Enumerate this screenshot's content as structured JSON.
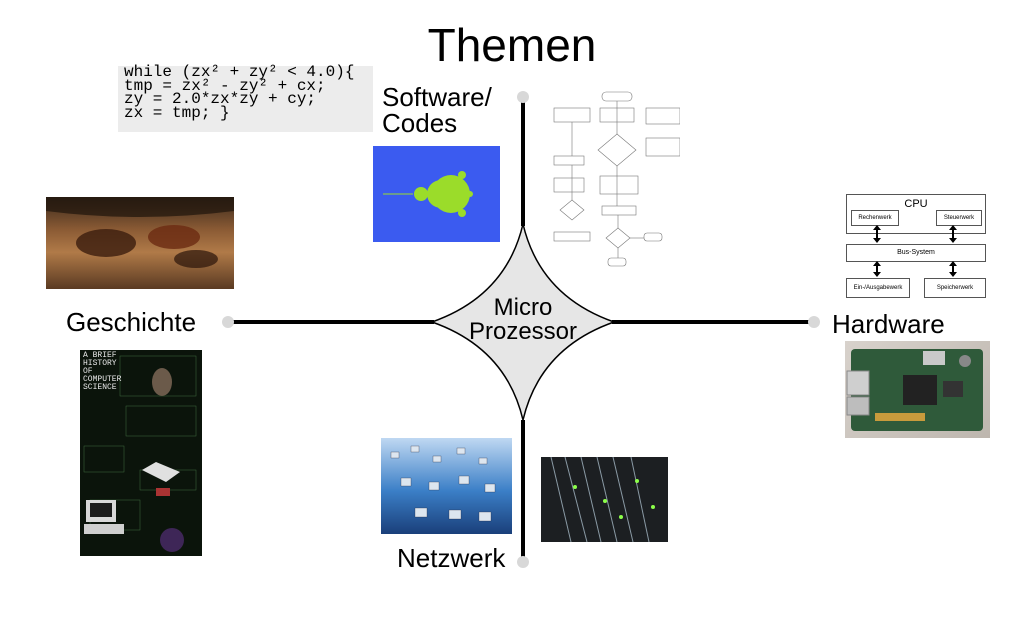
{
  "title": "Themen",
  "center": {
    "line1": "Micro",
    "line2": "Prozessor"
  },
  "labels": {
    "software_line1": "Software/",
    "software_line2": "Codes",
    "hardware": "Hardware",
    "geschichte": "Geschichte",
    "netzwerk": "Netzwerk"
  },
  "code_lines": [
    "while (zx² + zy² < 4.0){",
    "tmp = zx² - zy² + cx;",
    "zy = 2.0*zx*zy + cy;",
    "zx = tmp; }"
  ],
  "cpu_diagram": {
    "cpu": "CPU",
    "rechenwerk": "Rechenwerk",
    "steuerwerk": "Steuerwerk",
    "bus": "Bus-System",
    "io": "Ein-/Ausgabewerk",
    "speicher": "Speicherwerk"
  },
  "poster_text": "A BRIEF HISTORY OF COMPUTER SCIENCE",
  "colors": {
    "mandelbrot_bg": "#3b5bf0",
    "mandelbrot_set": "#9bdc2a",
    "axis": "#000000",
    "diamond": "#e6e6e6"
  }
}
